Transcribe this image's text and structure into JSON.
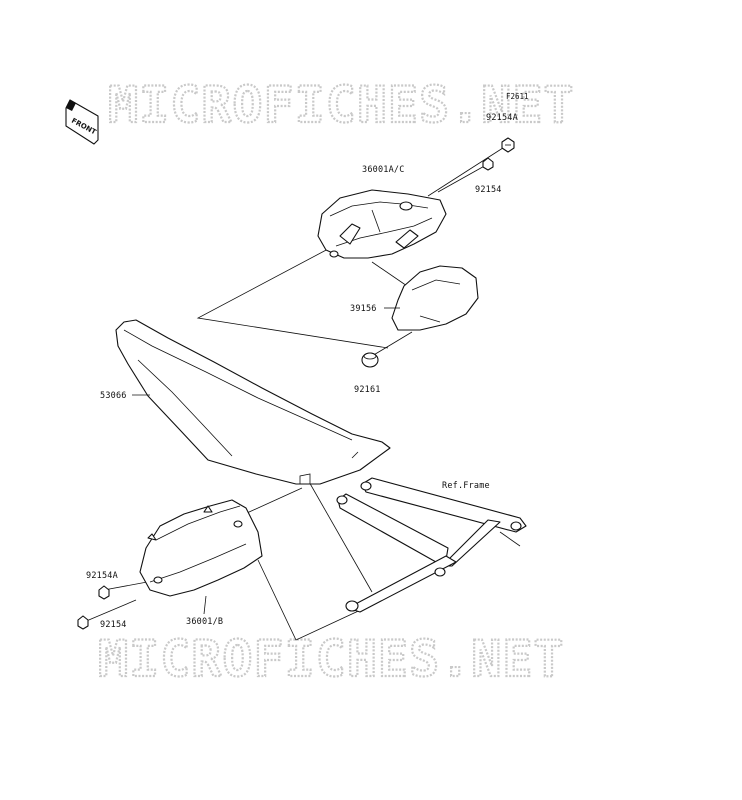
{
  "watermark": {
    "top": "MICROFICHES.NET",
    "bottom": "MICROFICHES.NET"
  },
  "figure_code": "F2611",
  "front_badge": "FRONT",
  "callouts": {
    "bolt_top_a": "92154A",
    "bolt_top": "92154",
    "cover_right": "36001A/C",
    "pad": "39156",
    "grommet": "92161",
    "seat": "53066",
    "frame_ref": "Ref.Frame",
    "bolt_left_a": "92154A",
    "bolt_left": "92154",
    "cover_left": "36001/B"
  }
}
